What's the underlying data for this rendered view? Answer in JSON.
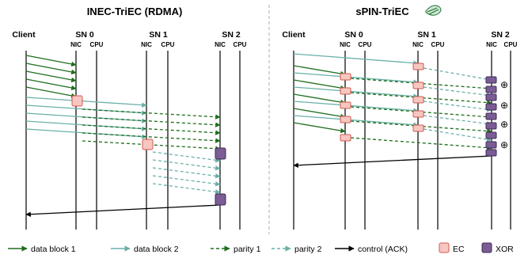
{
  "titles": {
    "left": "INEC-TriEC (RDMA)",
    "right": "sPIN-TriEC"
  },
  "lanes": {
    "client": "Client",
    "sn0": "SN 0",
    "sn1": "SN 1",
    "sn2": "SN 2",
    "nic": "NIC",
    "cpu": "CPU"
  },
  "ops": {
    "xor_symbol": "⊕"
  },
  "legend": {
    "data1": "data block 1",
    "data2": "data block 2",
    "parity1": "parity 1",
    "parity2": "parity 2",
    "control": "control (ACK)",
    "ec": "EC",
    "xor": "XOR"
  },
  "colors": {
    "data1": "#1e6e1e",
    "data2": "#6ab0a8",
    "control": "#000000",
    "ec_fill": "#f8c6c0",
    "ec_stroke": "#d05a50",
    "xor_fill": "#7b5c95",
    "xor_stroke": "#3d2a55",
    "divider": "#bbbbbb"
  },
  "icons": {
    "spin_logo": "spin-logo-icon"
  }
}
